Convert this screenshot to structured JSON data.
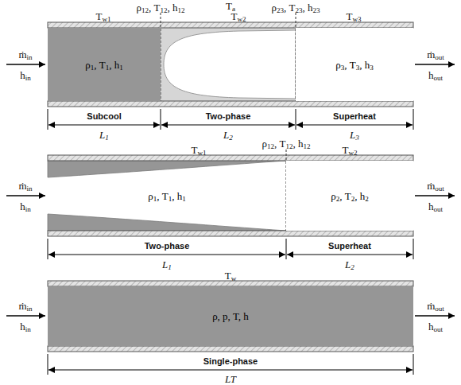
{
  "diagram": {
    "nodes": [
      {
        "text": [
          "ρ1, T1, h1"
        ]
      },
      {
        "text": [
          "ρ3, T3, h3"
        ]
      },
      {
        "text": [
          "ρ1, T1, h1"
        ]
      },
      {
        "text": [
          "ρ2, T2, h2"
        ]
      },
      {
        "text": [
          "ρ, p, T, h"
        ]
      }
    ],
    "labels": [
      "Ta",
      "Tw1",
      "ρ12, T12, h12",
      "Tw2",
      "ρ23, T23, h23",
      "Tw3",
      "ṁin",
      "hin",
      "ṁout",
      "hout",
      "Subcool",
      "Two-phase",
      "Superheat",
      "L1",
      "L2",
      "L3",
      "Tw1",
      "ρ12, T12, h12",
      "Tw2",
      "ṁin",
      "hin",
      "ṁout",
      "hout",
      "Two-phase",
      "Superheat",
      "L1",
      "L2",
      "Tw",
      "ṁin",
      "hin",
      "ṁout",
      "hout",
      "Single-phase",
      "LT"
    ]
  }
}
